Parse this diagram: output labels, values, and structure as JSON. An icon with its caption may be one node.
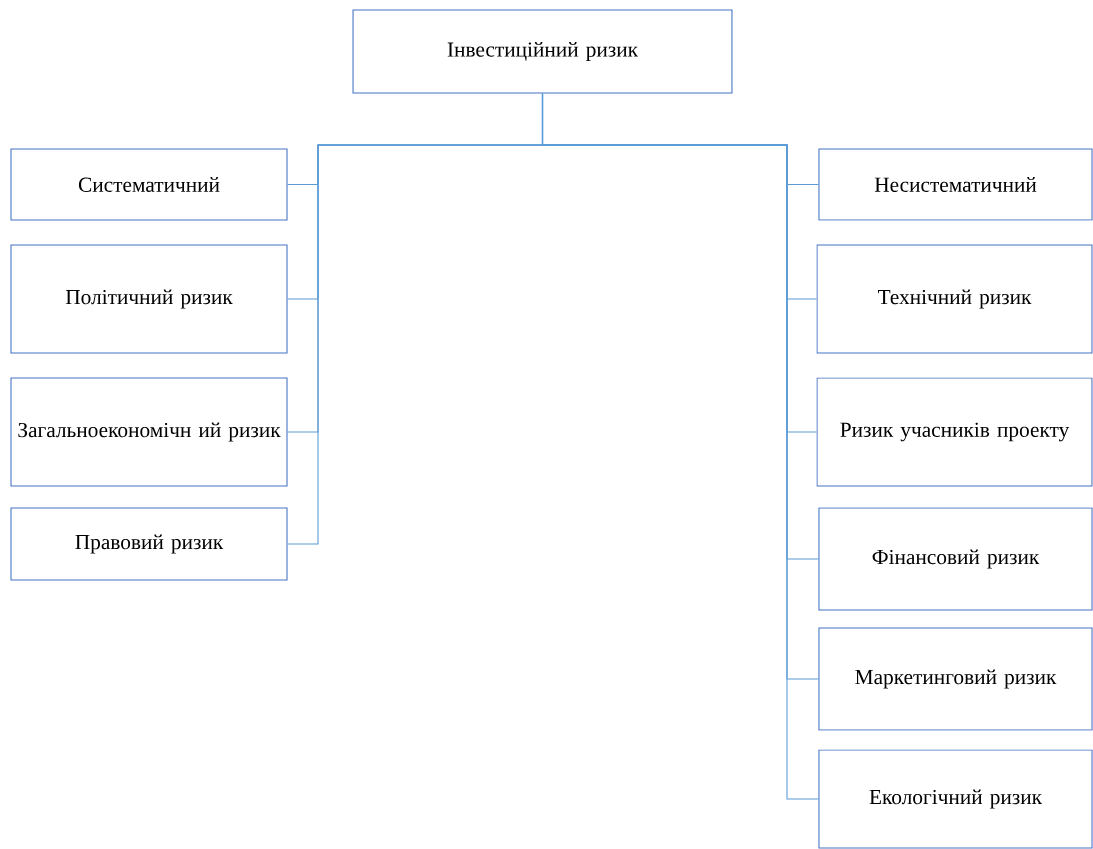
{
  "diagram": {
    "nodes": [
      {
        "text": [
          "Інвестиційний ризик"
        ]
      },
      {
        "text": [
          "Систематичний"
        ]
      },
      {
        "text": [
          "Політичний ризик"
        ]
      },
      {
        "text": [
          "Загальноекономічн ий ризик"
        ]
      },
      {
        "text": [
          "Правовий ризик"
        ]
      },
      {
        "text": [
          "Несистематичний"
        ]
      },
      {
        "text": [
          "Технічний ризик"
        ]
      },
      {
        "text": [
          "Ризик учасників проекту"
        ]
      },
      {
        "text": [
          "Фінансовий ризик"
        ]
      },
      {
        "text": [
          "Маркетинговий ризик"
        ]
      },
      {
        "text": [
          "Екологічний ризик"
        ]
      }
    ],
    "edges": [
      {
        "from": 0,
        "to": 1,
        "arrow": "none"
      },
      {
        "from": 0,
        "to": 2,
        "arrow": "none"
      },
      {
        "from": 0,
        "to": 3,
        "arrow": "none"
      },
      {
        "from": 0,
        "to": 4,
        "arrow": "none"
      },
      {
        "from": 0,
        "to": 5,
        "arrow": "none"
      },
      {
        "from": 0,
        "to": 6,
        "arrow": "none"
      },
      {
        "from": 0,
        "to": 7,
        "arrow": "none"
      },
      {
        "from": 0,
        "to": 8,
        "arrow": "none"
      },
      {
        "from": 0,
        "to": 9,
        "arrow": "none"
      },
      {
        "from": 0,
        "to": 10,
        "arrow": "none"
      }
    ]
  }
}
